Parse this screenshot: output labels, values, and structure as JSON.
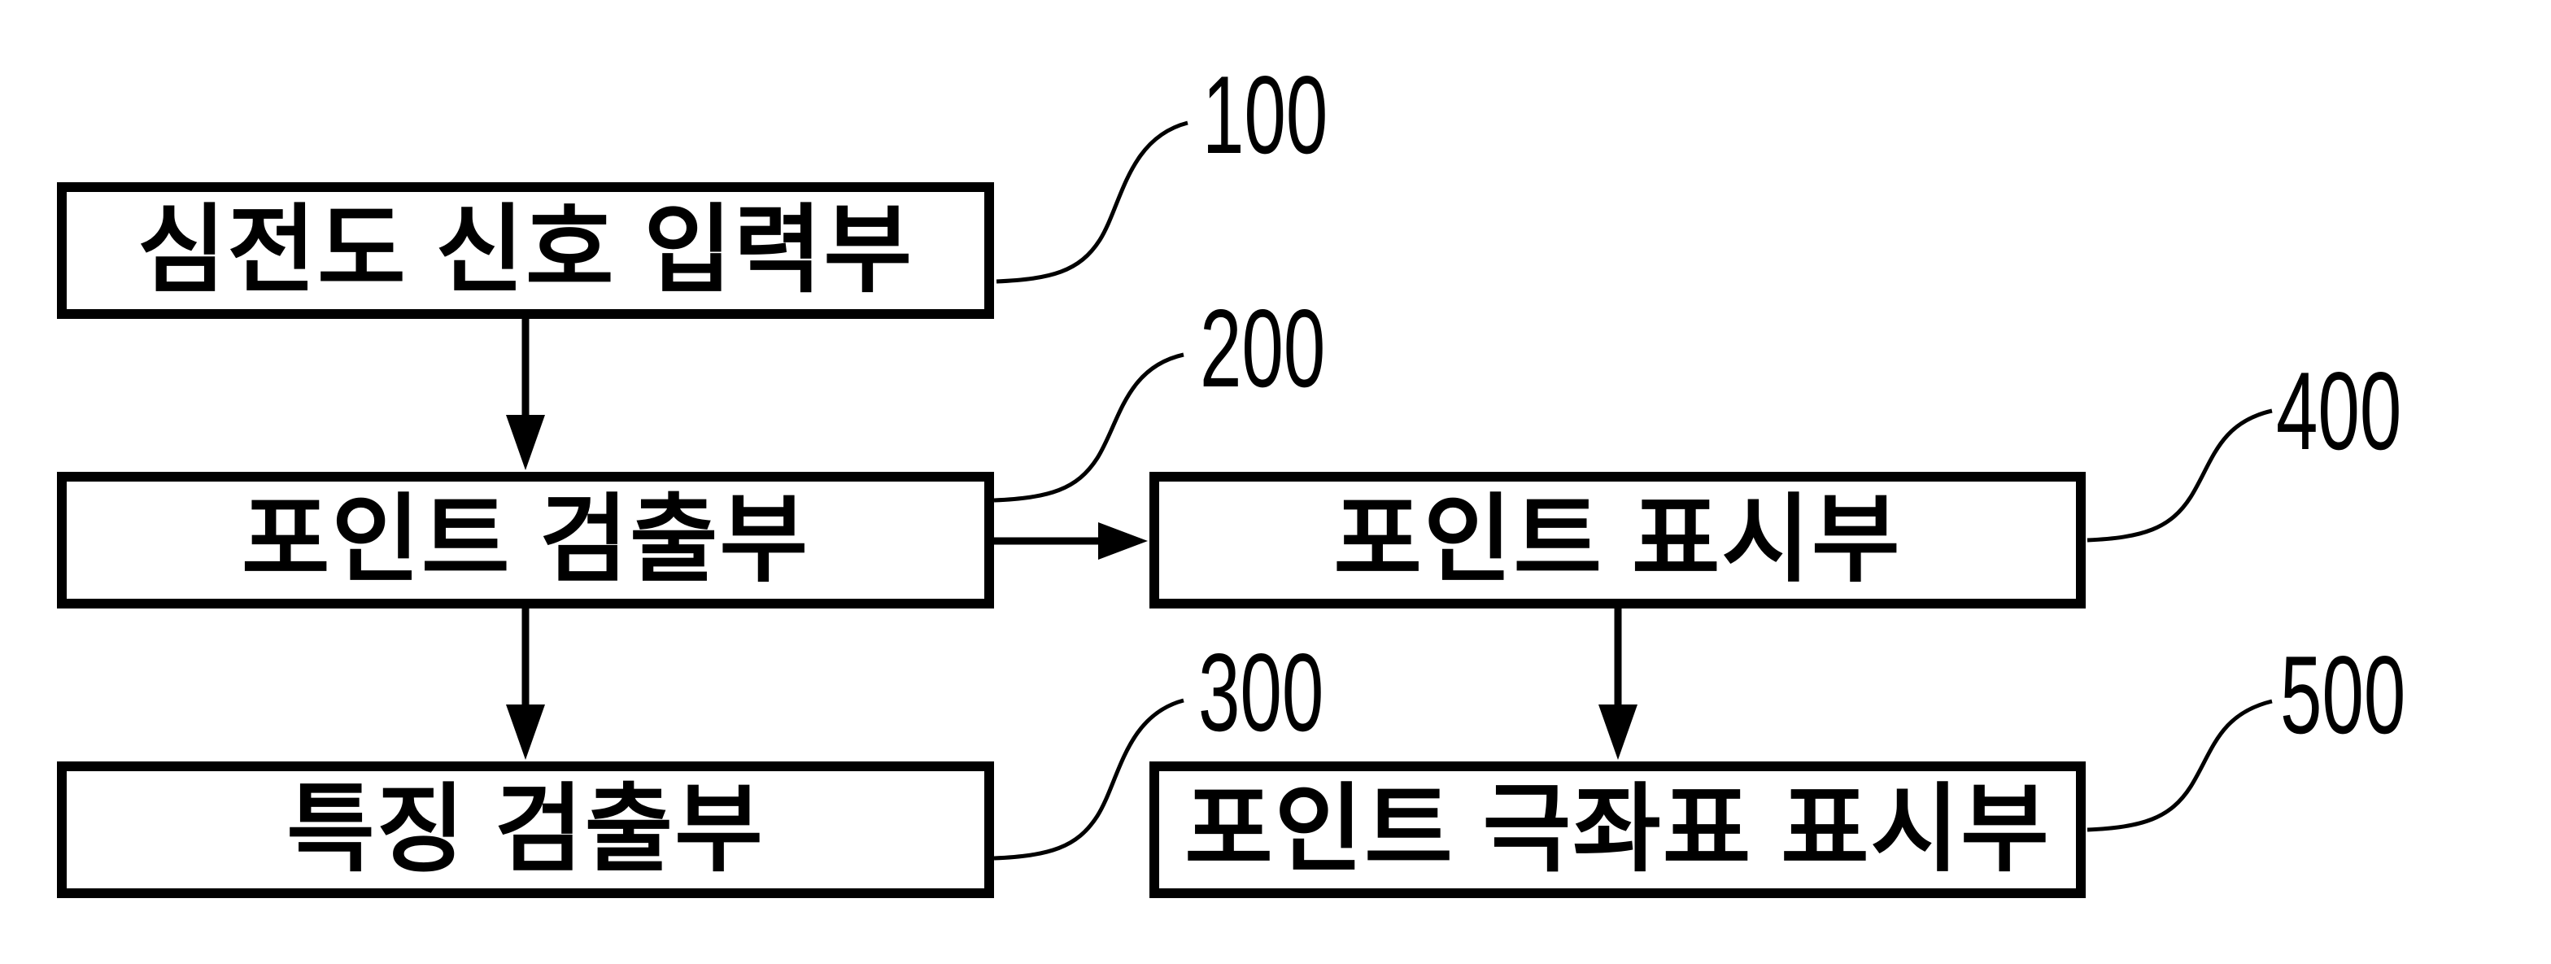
{
  "figure": {
    "background_color": "#ffffff",
    "line_color": "#000000",
    "blocks": [
      {
        "label": "심전도 신호 입력부",
        "ref": "100"
      },
      {
        "label": "포인트 검출부",
        "ref": "200"
      },
      {
        "label": "특징 검출부",
        "ref": "300"
      },
      {
        "label": "포인트 표시부",
        "ref": "400"
      },
      {
        "label": "포인트 극좌표 표시부",
        "ref": "500"
      }
    ],
    "connections": [
      {
        "from": "100",
        "to": "200",
        "direction": "down"
      },
      {
        "from": "200",
        "to": "300",
        "direction": "down"
      },
      {
        "from": "200",
        "to": "400",
        "direction": "right"
      },
      {
        "from": "400",
        "to": "500",
        "direction": "down"
      }
    ]
  }
}
